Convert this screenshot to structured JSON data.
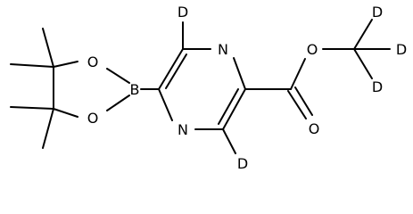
{
  "molecule": {
    "atoms": {
      "n_top": "N",
      "n_bottom": "N",
      "b": "B",
      "o_upper_ring": "O",
      "o_lower_ring": "O",
      "o_ester": "O",
      "o_carbonyl": "O",
      "d_ring_top": "D",
      "d_ring_bottom": "D",
      "d_methyl_1": "D",
      "d_methyl_2": "D",
      "d_methyl_3": "D"
    }
  }
}
